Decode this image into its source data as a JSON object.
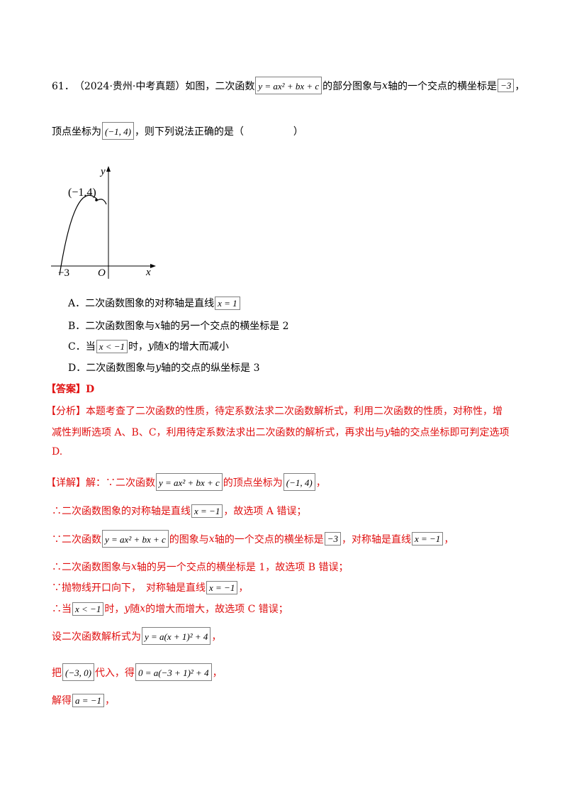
{
  "question": {
    "number": "61．",
    "source": "（2024·贵州·中考真题）",
    "p1": "如图，二次函数",
    "eq": "y = ax² + bx + c",
    "p2": "的部分图象与",
    "x": "x",
    "p3": "轴的一个交点的横坐标是",
    "neg3": "−3",
    "comma": "，",
    "line2_pre": "顶点坐标为",
    "vertex": "(−1, 4)",
    "line2_post": "，则下列说法正确的是（　　　　　）"
  },
  "graph": {
    "vertex_label": "(−1,4)",
    "y_label": "y",
    "x_label": "x",
    "origin_label": "O",
    "root_label": "−3"
  },
  "options": {
    "a_pre": "A．二次函数图象的对称轴是直线",
    "a_eq": "x = 1",
    "b_pre": "B．二次函数图象与",
    "b_x": "x",
    "b_post": "轴的另一个交点的横坐标是 2",
    "c_pre": "C．当",
    "c_eq": "x < −1",
    "c_mid": "时，",
    "c_y": "y",
    "c_mid2": "随",
    "c_x": "x",
    "c_post": "的增大而减小",
    "d_pre": "D．二次函数图象与",
    "d_y": "y",
    "d_post": "轴的交点的纵坐标是 3"
  },
  "answer": {
    "label": "【答案】D"
  },
  "analysis": {
    "line1": "【分析】本题考查了二次函数的性质，待定系数法求二次函数解析式，利用二次函数的性质，对称性，增",
    "line2_pre": "减性判断选项 A、B、C，利用待定系数法求出二次函数的解析式，再求出与",
    "line2_y": "y",
    "line2_post": "轴的交点坐标即可判定选项",
    "line3": "D."
  },
  "detail": {
    "l1_pre": "【详解】解：∵二次函数",
    "l1_eq": "y = ax² + bx + c",
    "l1_mid": "的顶点坐标为",
    "l1_v": "(−1, 4)",
    "l1_end": "，",
    "l2_pre": "∴二次函数图象的对称轴是直线",
    "l2_eq": "x = −1",
    "l2_post": "，故选项 A 错误；",
    "l3_pre": "∵二次函数",
    "l3_eq": "y = ax² + bx + c",
    "l3_mid": "的图象与",
    "l3_x": "x",
    "l3_mid2": "轴的一个交点的横坐标是",
    "l3_neg3": "−3",
    "l3_mid3": "，对称轴是直线",
    "l3_eq2": "x = −1",
    "l3_end": "，",
    "l4_pre": "∴二次函数图象与",
    "l4_x": "x",
    "l4_post": "轴的另一个交点的横坐标是 1，故选项 B 错误；",
    "l5_pre": "∵抛物线开口向下，　对称轴是直线",
    "l5_eq": "x = −1",
    "l5_end": "，",
    "l6_pre": "∴当",
    "l6_eq": "x < −1",
    "l6_mid": "时，",
    "l6_y": "y",
    "l6_mid2": "随",
    "l6_x": "x",
    "l6_post": "的增大而增大，故选项 C 错误；",
    "l7_pre": "设二次函数解析式为",
    "l7_eq": "y = a(x + 1)² + 4",
    "l7_end": "，",
    "l8_pre": "把",
    "l8_pt": "(−3, 0)",
    "l8_mid": "代入，得",
    "l8_eq": "0 = a(−3 + 1)² + 4",
    "l8_end": "，",
    "l9_pre": "解得",
    "l9_eq": "a = −1",
    "l9_end": "，"
  }
}
